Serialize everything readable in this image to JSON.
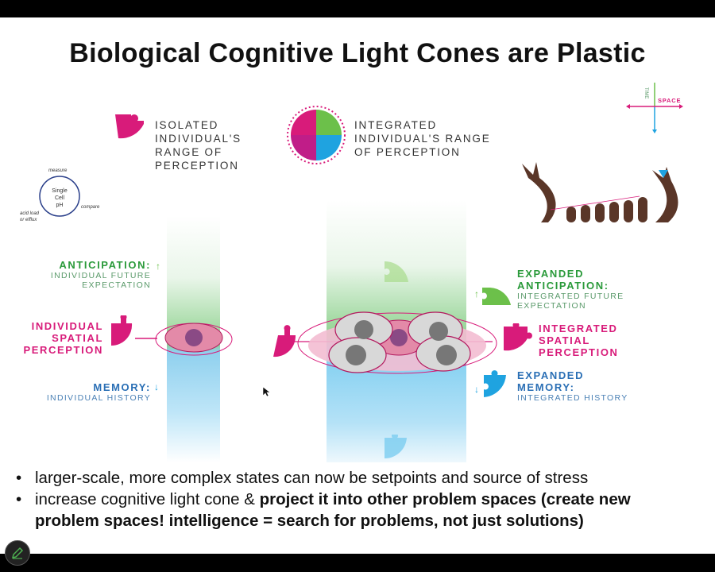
{
  "title": "Biological Cognitive Light Cones are Plastic",
  "isolated_header": [
    "ISOLATED",
    "INDIVIDUAL'S",
    "RANGE OF",
    "PERCEPTION"
  ],
  "integrated_header": [
    "INTEGRATED",
    "INDIVIDUAL'S RANGE",
    "OF PERCEPTION"
  ],
  "axes": {
    "time": "TIME",
    "space": "SPACE"
  },
  "loop": {
    "center": [
      "Single",
      "Cell",
      "pH"
    ],
    "measure": "measure",
    "compare": "compare",
    "acid": [
      "acid load",
      "or efflux"
    ]
  },
  "left": {
    "anticipation": "ANTICIPATION:",
    "anticipation_sub": [
      "INDIVIDUAL FUTURE",
      "EXPECTATION"
    ],
    "spatial": [
      "INDIVIDUAL",
      "SPATIAL",
      "PERCEPTION"
    ],
    "memory": "MEMORY:",
    "memory_sub": "INDIVIDUAL HISTORY"
  },
  "right": {
    "anticipation": [
      "EXPANDED",
      "ANTICIPATION:"
    ],
    "anticipation_sub": [
      "INTEGRATED FUTURE",
      "EXPECTATION"
    ],
    "spatial": [
      "INTEGRATED",
      "SPATIAL",
      "PERCEPTION"
    ],
    "memory": [
      "EXPANDED",
      "MEMORY:"
    ],
    "memory_sub": "INTEGRATED HISTORY"
  },
  "bullets": {
    "b1": "larger-scale, more complex states can now be setpoints and source of stress",
    "b2_plain": "increase cognitive light cone & ",
    "b2_bold": "project it into other problem spaces (create new problem spaces! intelligence = search for problems, not just solutions)"
  },
  "colors": {
    "pink": "#d81b7a",
    "green": "#6cc04a",
    "blue": "#1fa3e0"
  }
}
